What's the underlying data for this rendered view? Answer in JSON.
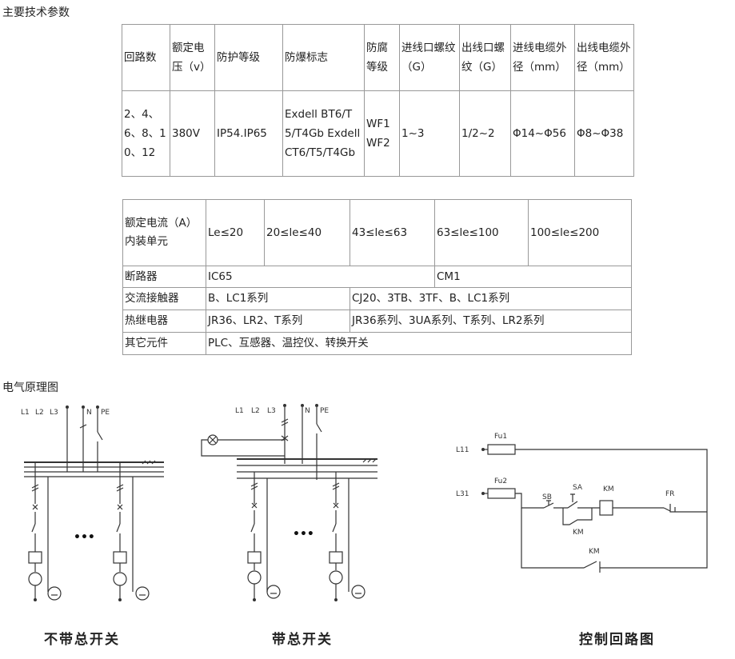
{
  "section1_title": "主要技术参数",
  "table1": {
    "headers": [
      "回路数",
      "额定电压（v）",
      "防护等级",
      "防爆标志",
      "防腐等级",
      "进线口螺纹（G）",
      "出线口螺纹（G）",
      "进线电缆外径（mm）",
      "出线电缆外径（mm）"
    ],
    "row": [
      "2、4、6、8、10、12",
      "380V",
      "IP54.IP65",
      "Exdell BT6/T5/T4Gb Exdell CT6/T5/T4Gb",
      "WF1 WF2",
      "1~3",
      "1/2~2",
      "Φ14~Φ56",
      "Φ8~Φ38"
    ]
  },
  "table2": {
    "header_label": "额定电流（A）内装单元",
    "ranges": [
      "Le≤20",
      "20≤le≤40",
      "43≤le≤63",
      "63≤le≤100",
      "100≤le≤200"
    ],
    "rows": [
      {
        "label": "断路器",
        "a": "IC65",
        "b": "CM1"
      },
      {
        "label": "交流接触器",
        "a": "B、LC1系列",
        "b": "CJ20、3TB、3TF、B、LC1系列"
      },
      {
        "label": "热继电器",
        "a": "JR36、LR2、T系列",
        "b": "JR36系列、3UA系列、T系列、LR2系列"
      },
      {
        "label": "其它元件",
        "a": "PLC、互感器、温控仪、转换开关"
      }
    ]
  },
  "section2_title": "电气原理图",
  "diagrams": {
    "captions": [
      "不带总开关",
      "带总开关",
      "控制回路图"
    ],
    "phase_labels": [
      "L1",
      "L2",
      "L3",
      "N",
      "PE"
    ],
    "dots": "•••",
    "control_labels": {
      "l11": "L11",
      "l31": "L31",
      "fu1": "Fu1",
      "fu2": "Fu2",
      "sb": "SB",
      "sa": "SA",
      "km": "KM",
      "fr": "FR"
    }
  }
}
